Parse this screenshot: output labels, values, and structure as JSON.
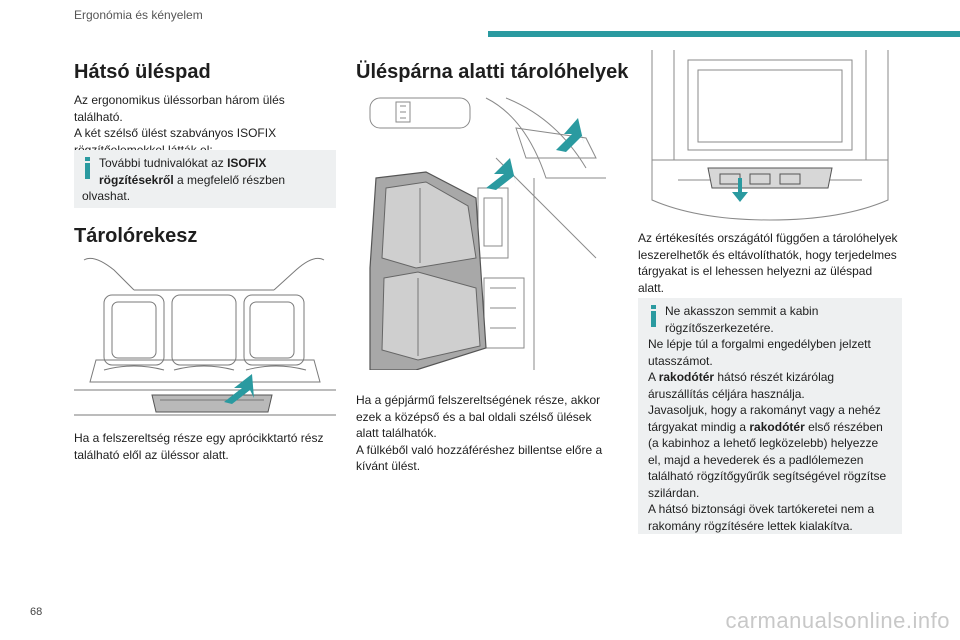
{
  "header": {
    "section_title": "Ergonómia és kényelem",
    "accent_color": "#2a9aa0"
  },
  "page_number": "68",
  "watermark": "carmanualsonline.info",
  "left": {
    "rear_bench": {
      "title": "Hátsó üléspad",
      "line1": "Az ergonomikus üléssorban három ülés",
      "line2": "található.",
      "line3": "A két szélső ülést szabványos ISOFIX",
      "line4": "rögzítőelemekkel látták el:",
      "note_pre": "További tudnivalókat az ",
      "note_bold1": "ISOFIX",
      "note_bold2": "rögzítésekről",
      "note_post": " a megfelelő részben",
      "note_last": "olvashat."
    },
    "storage": {
      "title": "Tárolórekesz",
      "line1": "Ha a felszereltség része egy aprócikktartó rész",
      "line2": "található elől az üléssor alatt."
    }
  },
  "middle": {
    "title": "Üléspárna alatti tárolóhelyek",
    "line1": "Ha a gépjármű felszereltségének része, akkor",
    "line2": "ezek a középső és a bal oldali szélső ülések",
    "line3": "alatt találhatók.",
    "line4": "A fülkéből való hozzáféréshez billentse előre a",
    "line5": "kívánt ülést."
  },
  "right": {
    "line1": "Az értékesítés országától függően a tárolóhelyek",
    "line2": "leszerelhetők és eltávolíthatók, hogy terjedelmes",
    "line3": "tárgyakat is el lehessen helyezni az ülés­pad",
    "line4": "alatt.",
    "note": {
      "l1": "Ne akasszon semmit a kabin",
      "l2": "rögzítőszerkezetére.",
      "l3": "Ne lépje túl a forgalmi engedélyben jelzett",
      "l4": "utasszámot.",
      "l5_pre": "A ",
      "l5_bold": "rakodótér",
      "l5_post": " hátsó részét kizárólag",
      "l6": "áruszállítás céljára használja.",
      "l7": "Javasoljuk, hogy a rakományt vagy a nehéz",
      "l8_pre": "tárgyakat mindig a ",
      "l8_bold": "rakodótér",
      "l8_post": " első részében",
      "l9": "(a kabinhoz a lehető legközelebb) helyezze",
      "l10": "el, majd a hevederek és a padlólemezen",
      "l11": "található rögzítőgyűrűk segítségével rögzítse",
      "l12": "szilárdan.",
      "l13": "A hátsó biztonsági övek tartókeretei nem a",
      "l14": "rakomány rögzítésére lettek kialakítva."
    }
  }
}
